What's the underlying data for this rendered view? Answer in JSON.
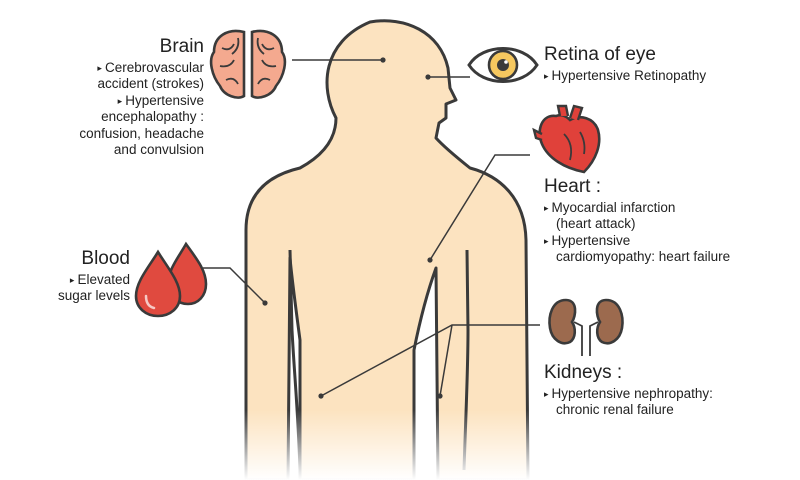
{
  "colors": {
    "skin": "#fce3c0",
    "outline": "#3a3a3a",
    "brain": "#f4a98f",
    "heart": "#e0413a",
    "blood": "#e04a3f",
    "kidney": "#9c6a4e",
    "eye_iris": "#f6c85f"
  },
  "icons": {
    "brain": "brain-icon",
    "eye": "eye-icon",
    "heart": "heart-icon",
    "blood": "blood-drops-icon",
    "kidneys": "kidneys-icon"
  },
  "bullet_glyph": "▸",
  "brain": {
    "title": "Brain",
    "items": [
      {
        "lines": [
          "Cerebrovascular",
          "accident (strokes)"
        ]
      },
      {
        "lines": [
          "Hypertensive",
          "encephalopathy :",
          "confusion, headache",
          "and convulsion"
        ]
      }
    ]
  },
  "blood": {
    "title": "Blood",
    "items": [
      {
        "lines": [
          "Elevated",
          "sugar levels"
        ]
      }
    ]
  },
  "retina": {
    "title": "Retina of eye",
    "items": [
      {
        "lines": [
          "Hypertensive Retinopathy"
        ]
      }
    ]
  },
  "heart": {
    "title": "Heart :",
    "items": [
      {
        "lines": [
          "Myocardial infarction",
          "(heart attack)"
        ]
      },
      {
        "lines": [
          "Hypertensive",
          "cardiomyopathy: heart failure"
        ]
      }
    ]
  },
  "kidneys": {
    "title": "Kidneys :",
    "items": [
      {
        "lines": [
          "Hypertensive nephropathy:",
          "chronic renal failure"
        ]
      }
    ]
  }
}
